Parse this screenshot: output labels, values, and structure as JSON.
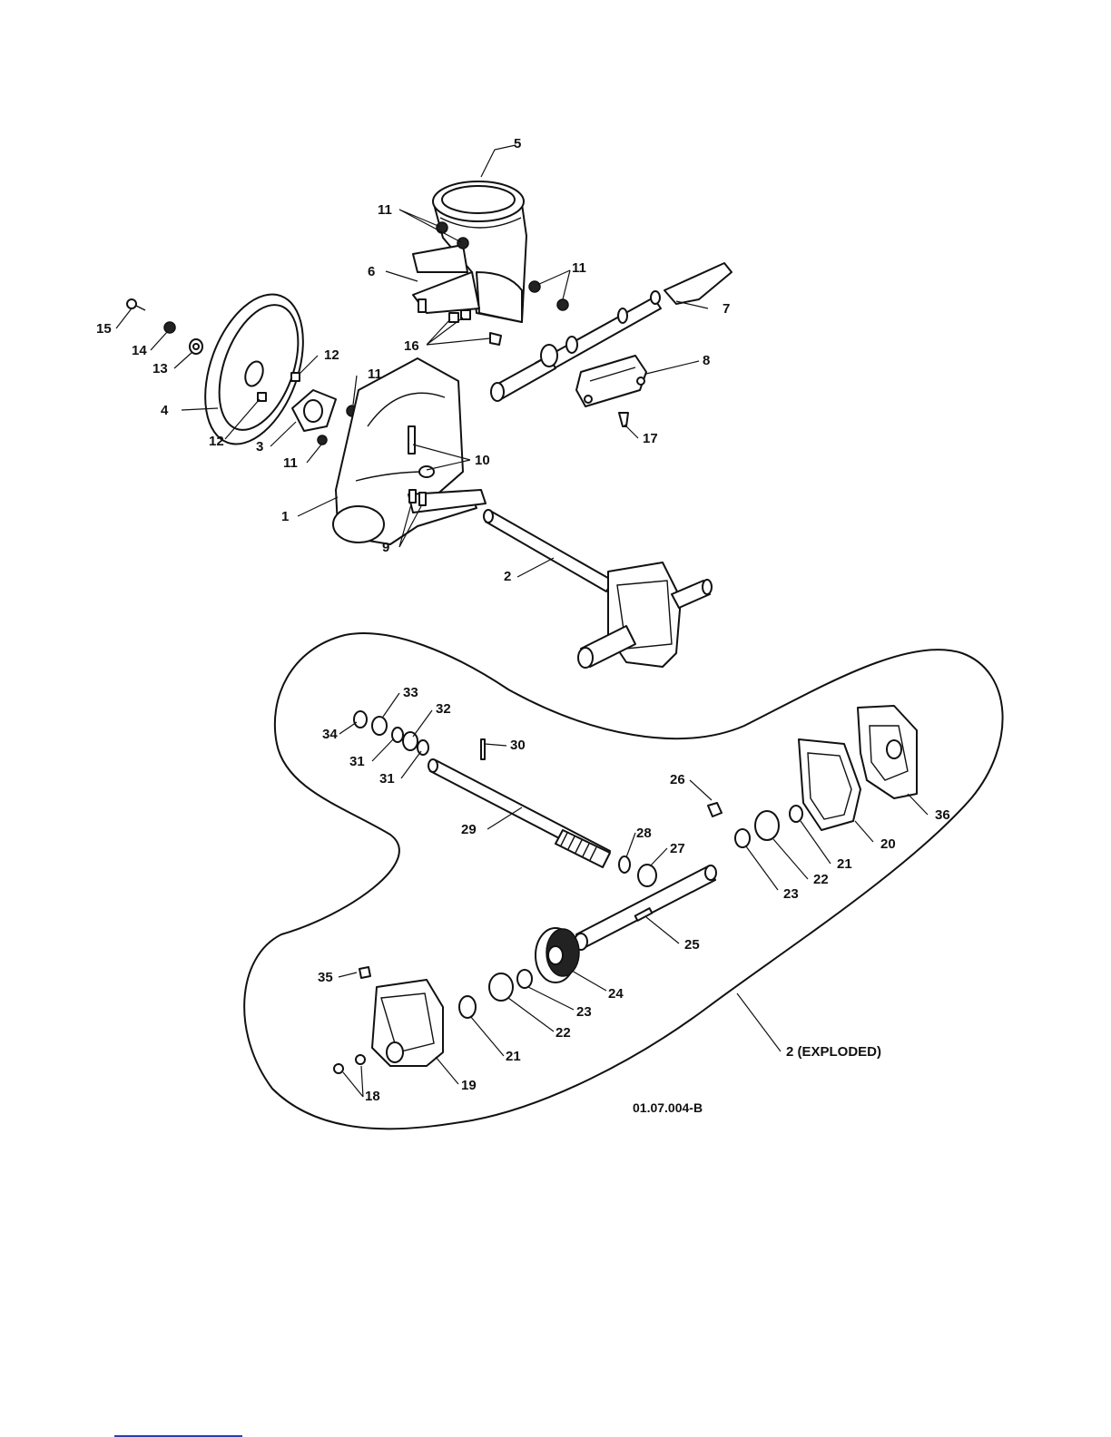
{
  "drawing_number": "01.07.004-B",
  "labels": {
    "p1": "1",
    "p2": "2",
    "p3": "3",
    "p4": "4",
    "p5": "5",
    "p6": "6",
    "p7": "7",
    "p8": "8",
    "p9": "9",
    "p10": "10",
    "p11a": "11",
    "p11b": "11",
    "p11c": "11",
    "p11d": "11",
    "p12a": "12",
    "p12b": "12",
    "p13": "13",
    "p14": "14",
    "p15": "15",
    "p16": "16",
    "p17": "17",
    "p18": "18",
    "p19": "19",
    "p20": "20",
    "p21a": "21",
    "p21b": "21",
    "p22a": "22",
    "p22b": "22",
    "p23a": "23",
    "p23b": "23",
    "p24": "24",
    "p25": "25",
    "p26": "26",
    "p27": "27",
    "p28": "28",
    "p29": "29",
    "p30": "30",
    "p31a": "31",
    "p31b": "31",
    "p32": "32",
    "p33": "33",
    "p34": "34",
    "p35": "35",
    "p36": "36",
    "exploded": "2 (EXPLODED)"
  }
}
